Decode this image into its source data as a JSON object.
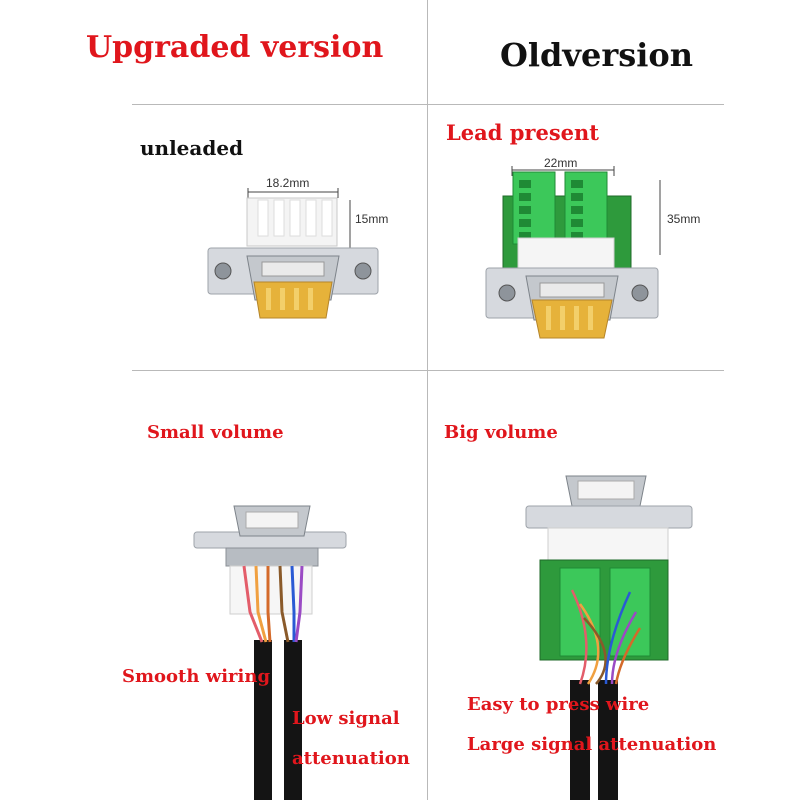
{
  "headers": {
    "upgraded": "Upgraded version",
    "old": "Oldversion"
  },
  "upgraded_product": {
    "lead_label": "unleaded",
    "width_dim": "18.2mm",
    "height_dim": "15mm",
    "volume_label": "Small volume",
    "wiring_label": "Smooth wiring",
    "signal_line1": "Low signal",
    "signal_line2": "attenuation"
  },
  "old_product": {
    "lead_label": "Lead present",
    "width_dim": "22mm",
    "height_dim": "35mm",
    "volume_label": "Big volume",
    "press_label": "Easy to press wire",
    "signal_label": "Large signal attenuation"
  },
  "colors": {
    "accent_red": "#e0161c",
    "pcb_green": "#2e9a3c",
    "terminal_green": "#3cc85a",
    "gold_pins": "#e6b23a"
  }
}
